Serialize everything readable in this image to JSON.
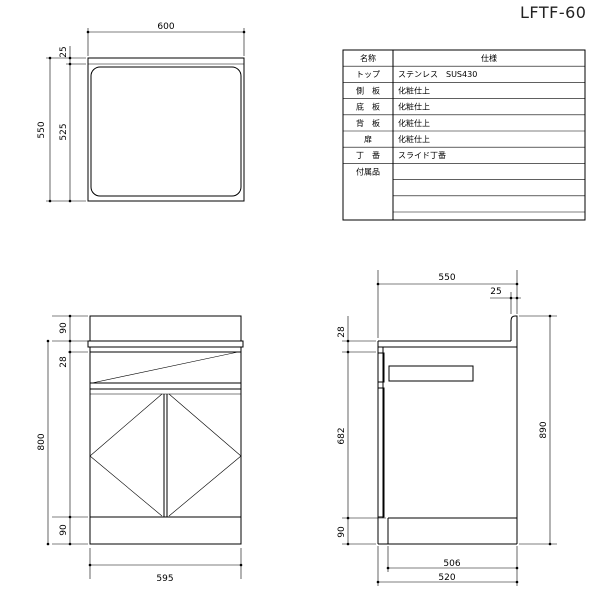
{
  "model": "LFTF-60",
  "top_view": {
    "width": "600",
    "d1": "25",
    "d2": "525",
    "d3": "550"
  },
  "front_view": {
    "d_top": "90",
    "d_drawer": "28",
    "d_height": "800",
    "d_bottom": "90",
    "d_width": "595"
  },
  "side_view": {
    "d_depth": "550",
    "d_back": "25",
    "d_top": "28",
    "d_mid": "682",
    "d_bottom": "90",
    "d_height": "890",
    "d_inner": "506",
    "d_base": "520"
  },
  "spec_table": {
    "header": [
      "名称",
      "仕様"
    ],
    "rows": [
      [
        "トップ",
        "ステンレス　SUS430"
      ],
      [
        "側　板",
        "化粧仕上"
      ],
      [
        "底　板",
        "化粧仕上"
      ],
      [
        "背　板",
        "化粧仕上"
      ],
      [
        "扉",
        "化粧仕上"
      ],
      [
        "丁　番",
        "スライド丁番"
      ],
      [
        "付属品",
        ""
      ]
    ]
  }
}
